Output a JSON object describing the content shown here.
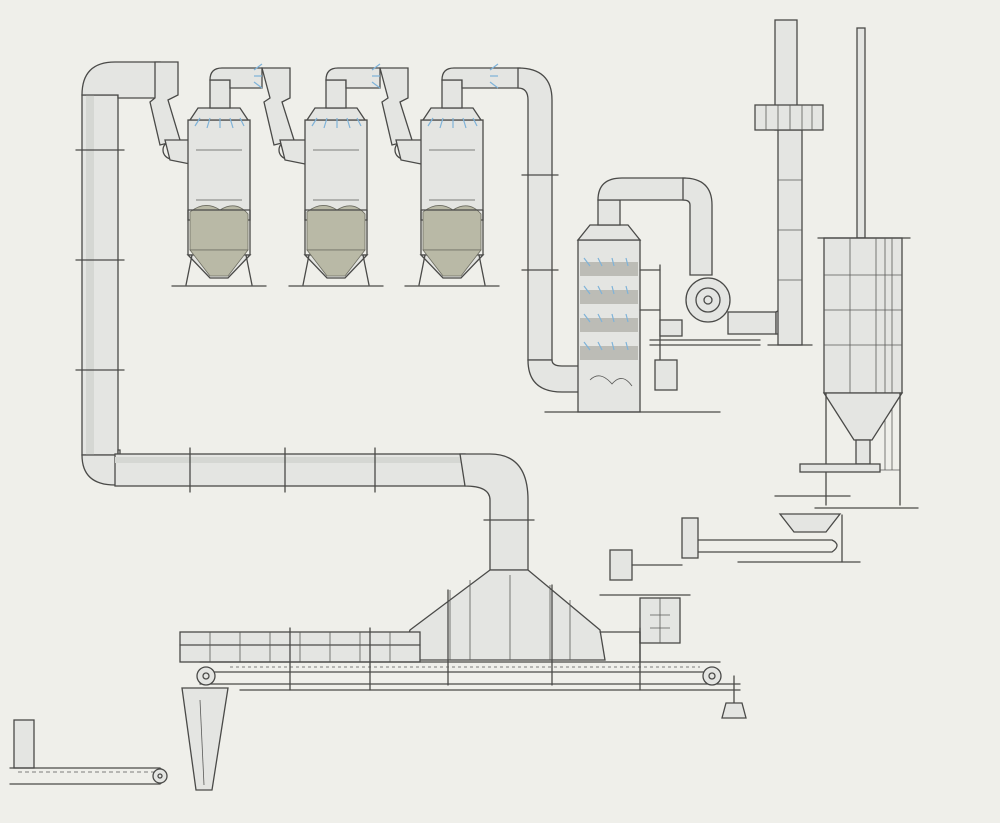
{
  "diagram": {
    "kind": "sketch",
    "colors": {
      "background": "#efefea",
      "ink": "#4a4a48",
      "duct_fill": "#e4e5e2",
      "sludge": "#b9b9a6",
      "spray": "#7fb3d9",
      "dust_belt": "#c7b38c"
    },
    "components": [
      "main-duct",
      "cyclone-separator-1",
      "cyclone-separator-2",
      "cyclone-separator-3",
      "packed-scrubber-tower",
      "induced-draft-fan",
      "exhaust-stack",
      "storage-silo",
      "silo-feed-conveyor",
      "dosing-unit",
      "sinter-cooler-hood",
      "chain-conveyor",
      "counterweight",
      "discharge-chute",
      "dust-belt-conveyor"
    ]
  }
}
